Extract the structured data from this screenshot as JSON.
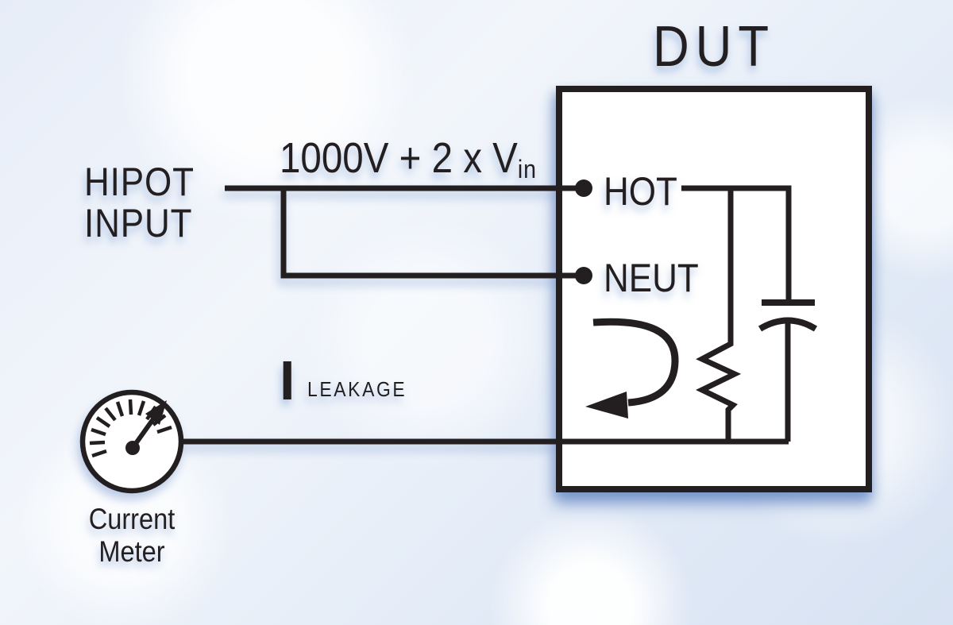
{
  "diagram": {
    "title": "DUT",
    "voltage_label": {
      "main": "1000V + 2 x V",
      "sub": "in"
    },
    "source_label": {
      "line1": "HIPOT",
      "line2": "INPUT"
    },
    "terminals": {
      "hot": "HOT",
      "neut": "NEUT"
    },
    "leakage_label": {
      "symbol": "I",
      "sub": "LEAKAGE"
    },
    "meter_label": {
      "line1": "Current",
      "line2": "Meter"
    },
    "components": [
      {
        "name": "dut-box",
        "type": "device-under-test-enclosure"
      },
      {
        "name": "hot-terminal-dot",
        "type": "terminal"
      },
      {
        "name": "neut-terminal-dot",
        "type": "terminal"
      },
      {
        "name": "resistor-symbol",
        "type": "resistor"
      },
      {
        "name": "capacitor-symbol",
        "type": "capacitor"
      },
      {
        "name": "leakage-current-arrow",
        "type": "current-loop-arrow"
      },
      {
        "name": "current-meter-gauge",
        "type": "analog-meter"
      }
    ],
    "colors": {
      "line": "#231f20",
      "box_fill": "#ffffff",
      "shadow_blue": "#6e8fc9",
      "background": "#e3ebf7"
    }
  }
}
